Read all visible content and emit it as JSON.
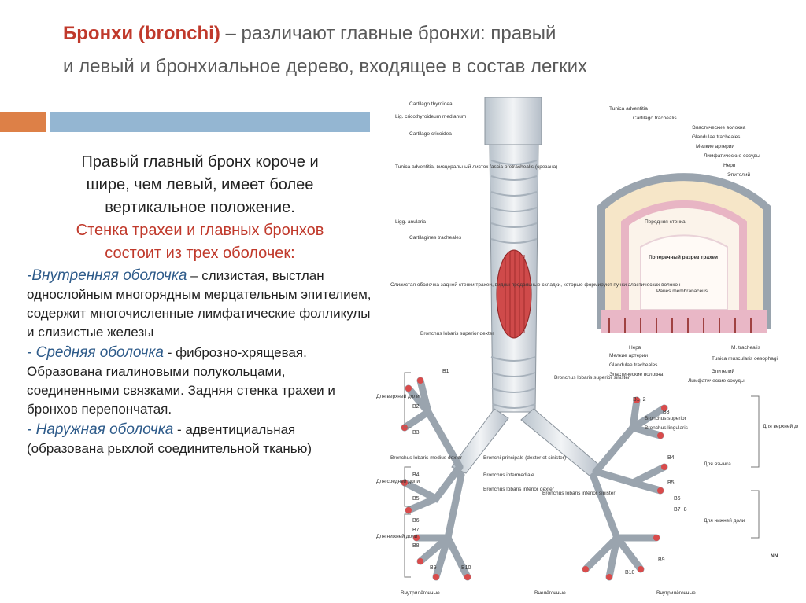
{
  "slide": {
    "title_bold": "Бронхи (bronchi)",
    "title_rest": " – различают главные бронхи: правый",
    "title_line2": "и левый и бронхиальное дерево, входящее в состав легких"
  },
  "intro": {
    "line1": "Правый главный бронх короче и",
    "line2": "шире, чем левый, имеет более",
    "line3": "вертикальное положение.",
    "red1": "Стенка трахеи и главных бронхов",
    "red2": "состоит из трех оболочек:"
  },
  "layers": [
    {
      "prefix": "-",
      "name": "Внутренняя оболочка",
      "text": " – слизистая, выстлан однослойным многорядным мерцательным эпителием, содержит многочисленные лимфатические фолликулы и слизистые железы"
    },
    {
      "prefix": "- ",
      "name": "Средняя оболочка",
      "text": "  - фиброзно-хрящевая. Образована гиалиновыми полукольцами, соединенными связками. Задняя стенка трахеи и бронхов перепончатая."
    },
    {
      "prefix": "- ",
      "name": "Наружная оболочка",
      "text": " -  адвентициальная (образована рыхлой соединительной тканью)"
    }
  ],
  "diagram_labels": {
    "cartilago_thyroidea": "Cartilago thyroidea",
    "lig_crico": "Lig. cricothyroideum medianum",
    "cartilago_cricoidea": "Cartilago cricoidea",
    "tunica_adv_left": "Tunica adventitia, висцеральный листок fascia pretrachealis (срезана)",
    "ligg_anularia": "Ligg. anularia",
    "cartilagines": "Cartilagines tracheales",
    "mucosa": "Слизистая оболочка задней стенки трахеи, видны продольные складки, которые формируют пучки эластических волокон",
    "bronchus_lob_sup_dexter": "Bronchus lobaris superior dexter",
    "bronchus_lob_sup_sinister": "Bronchus lobaris superior sinister",
    "bronchus_lob_med": "Bronchus lobaris medius dexter",
    "bronchi_principales": "Bronchi principals (dexter et sinister)",
    "bronchus_intermediale": "Bronchus intermediale",
    "bronchus_lob_inf_dexter": "Bronchus lobaris inferior dexter",
    "bronchus_lob_inf_sinister": "Bronchus lobaris inferior sinister",
    "bronchus_superior": "Bronchus superior",
    "bronchus_lingularis": "Bronchus lingularis",
    "tunica_adventitia": "Tunica adventitia",
    "cartilago_trachealis": "Cartilago trachealis",
    "elastic": "Эластические волокна",
    "glandulae": "Glandulae tracheales",
    "arteries": "Мелкие артерии",
    "lymph": "Лимфатические сосуды",
    "nerve": "Нерв",
    "epithelium": "Эпителий",
    "anterior_wall": "Передняя стенка",
    "cross_section": "Поперечный разрез трахеи",
    "paries": "Paries membranaceus",
    "m_trachealis": "M. trachealis",
    "tunica_musc": "Tunica muscularis oesophagi",
    "upper_right": "Для верхней доли",
    "upper_left": "Для верхней доли",
    "middle": "Для средней доли",
    "lower_right": "Для нижней доли",
    "lingula": "Для язычка",
    "lower_left": "Для нижней доли",
    "intra_left": "Внутрилёгочные",
    "extra": "Внелёгочные",
    "intra_right": "Внутрилёгочные",
    "logo": "NN"
  },
  "segments": [
    "B1",
    "B2",
    "B3",
    "B4",
    "B5",
    "B6",
    "B7",
    "B8",
    "B9",
    "B10",
    "B1+2",
    "B3",
    "B4",
    "B5",
    "B6",
    "B7+8",
    "B9",
    "B10"
  ],
  "colors": {
    "accent_orange": "#dd8047",
    "accent_blue": "#94b6d2",
    "title_red": "#c0392b",
    "text_blue": "#2e5b8a"
  }
}
